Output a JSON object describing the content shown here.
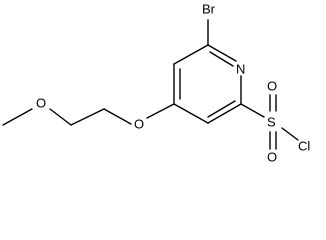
{
  "molecule": {
    "atoms": {
      "bromine": "Br",
      "nitrogen": "N",
      "ether_oxygen_chain": "O",
      "ether_oxygen_ring": "O",
      "sulfur": "S",
      "sulfonyl_oxygen_top": "O",
      "sulfonyl_oxygen_bottom": "O",
      "chlorine": "Cl"
    }
  }
}
